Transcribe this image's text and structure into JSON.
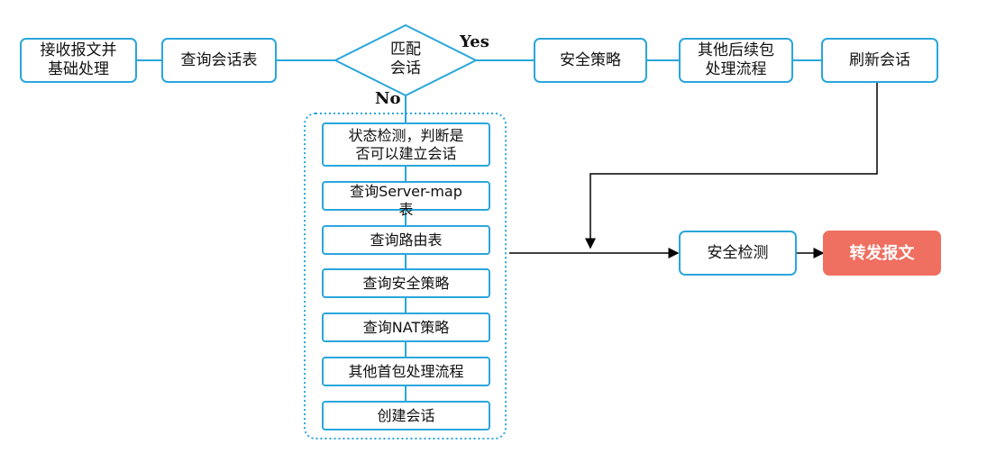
{
  "flowchart": {
    "main_row": {
      "receive": "接收报文并\n基础处理",
      "lookup_session": "查询会话表",
      "match_session": "匹配\n会话",
      "security_policy": "安全策略",
      "other_followup": "其他后续包\n处理流程",
      "refresh_session": "刷新会话"
    },
    "branch_labels": {
      "yes": "Yes",
      "no": "No"
    },
    "first_packet_steps": [
      "状态检测，判断是\n否可以建立会话",
      "查询Server-map\n表",
      "查询路由表",
      "查询安全策略",
      "查询NAT策略",
      "其他首包处理流程",
      "创建会话"
    ],
    "security_check": "安全检测",
    "forward_packet": "转发报文",
    "colors": {
      "border": "#2aa6dc",
      "arrow": "#000000",
      "forward_fill": "#ef6f61"
    }
  }
}
